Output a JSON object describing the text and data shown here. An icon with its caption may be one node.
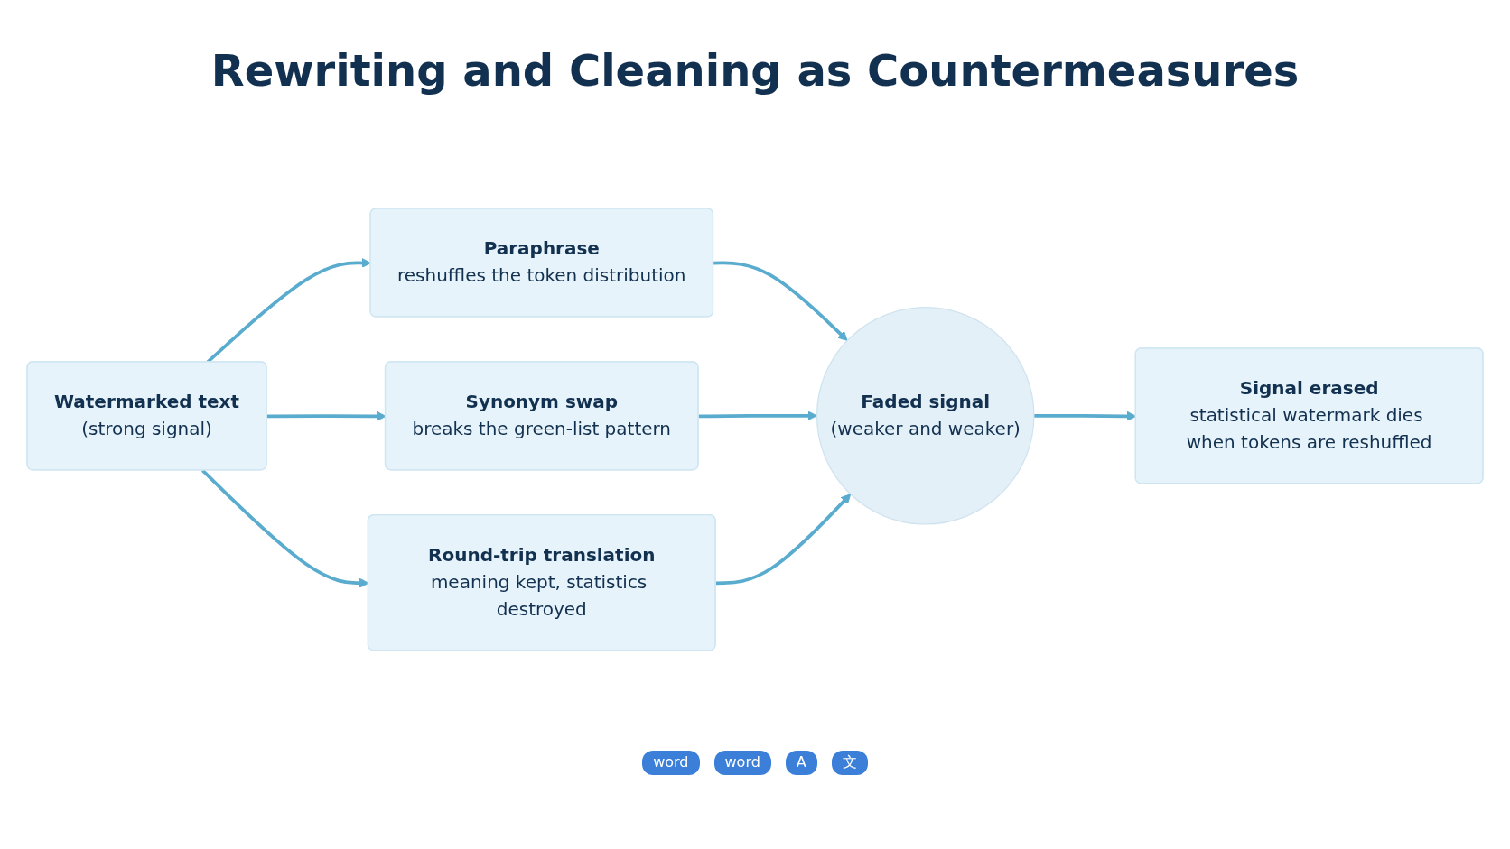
{
  "diagram": {
    "title": "Rewriting and Cleaning as Countermeasures",
    "nodes": [
      {
        "text": [
          "Watermarked text",
          "(strong signal)"
        ]
      },
      {
        "text": [
          "Paraphrase",
          "reshuffles the token distribution"
        ]
      },
      {
        "text": [
          "Synonym swap",
          "breaks the green-list pattern"
        ]
      },
      {
        "text": [
          "Round-trip translation",
          "meaning kept, statistics destroyed"
        ]
      },
      {
        "text": [
          "Faded signal",
          "(weaker and weaker)"
        ]
      },
      {
        "text": [
          "Signal erased",
          "statistical watermark dies when tokens are reshuffled"
        ]
      }
    ],
    "edges": [
      {
        "from": 0,
        "to": 1,
        "arrow": "to"
      },
      {
        "from": 0,
        "to": 2,
        "arrow": "to"
      },
      {
        "from": 0,
        "to": 3,
        "arrow": "to"
      },
      {
        "from": 1,
        "to": 4,
        "arrow": "to"
      },
      {
        "from": 2,
        "to": 4,
        "arrow": "to"
      },
      {
        "from": 3,
        "to": 4,
        "arrow": "to"
      },
      {
        "from": 4,
        "to": 5,
        "arrow": "to"
      }
    ],
    "labels": [
      "word",
      "word",
      "A",
      "文"
    ]
  }
}
